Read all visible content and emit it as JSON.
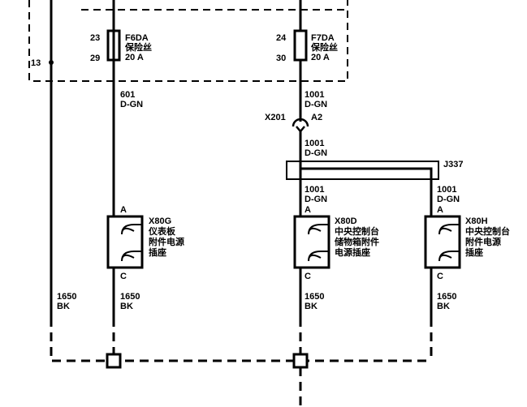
{
  "fuses": [
    {
      "in_pin": "23",
      "out_pin": "29",
      "name": "F6DA",
      "desc": "保险丝",
      "rating": "20 A"
    },
    {
      "in_pin": "24",
      "out_pin": "30",
      "name": "F7DA",
      "desc": "保险丝",
      "rating": "20 A"
    }
  ],
  "ground_pin": "13",
  "wires": {
    "w601": {
      "circuit": "601",
      "color": "D-GN"
    },
    "w1001a": {
      "circuit": "1001",
      "color": "D-GN"
    },
    "w1001b": {
      "circuit": "1001",
      "color": "D-GN"
    },
    "w1001c": {
      "circuit": "1001",
      "color": "D-GN"
    },
    "w1001d": {
      "circuit": "1001",
      "color": "D-GN"
    },
    "g1": {
      "circuit": "1650",
      "color": "BK"
    },
    "g2": {
      "circuit": "1650",
      "color": "BK"
    },
    "g3": {
      "circuit": "1650",
      "color": "BK"
    },
    "g4": {
      "circuit": "1650",
      "color": "BK"
    }
  },
  "inline_connector": {
    "name": "X201",
    "pin": "A2"
  },
  "splice": {
    "name": "J337"
  },
  "outlets": [
    {
      "pin_top": "A",
      "pin_bottom": "C",
      "name": "X80G",
      "lines": [
        "仪表板",
        "附件电源",
        "插座"
      ]
    },
    {
      "pin_top": "A",
      "pin_bottom": "C",
      "name": "X80D",
      "lines": [
        "中央控制台",
        "储物箱附件",
        "电源插座"
      ]
    },
    {
      "pin_top": "A",
      "pin_bottom": "C",
      "name": "X80H",
      "lines": [
        "中央控制台",
        "附件电源",
        "插座"
      ]
    }
  ]
}
